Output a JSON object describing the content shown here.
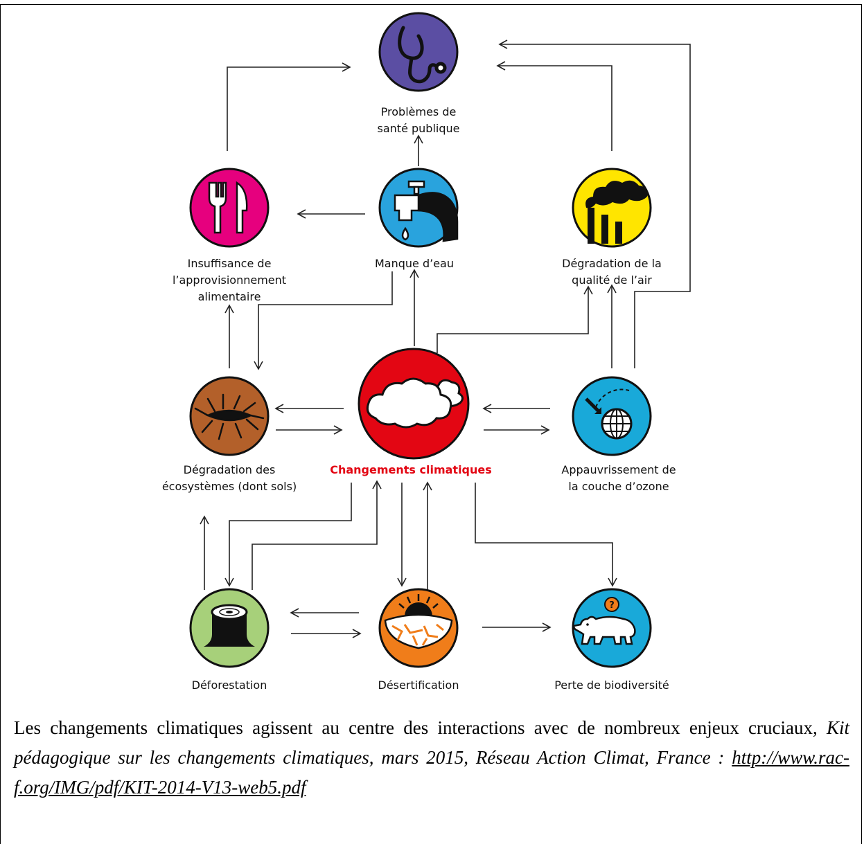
{
  "nodes": {
    "sante": {
      "lines": [
        "Problèmes de",
        "santé publique"
      ],
      "color": "#5b4ea3",
      "icon": "stethoscope-icon"
    },
    "alimentaire": {
      "lines": [
        "Insuffisance de",
        "l’approvisionnement",
        "alimentaire"
      ],
      "color": "#e6007e",
      "icon": "fork-knife-icon"
    },
    "eau": {
      "lines": [
        "Manque d’eau"
      ],
      "color": "#29a3dd",
      "icon": "water-tap-icon"
    },
    "air": {
      "lines": [
        "Dégradation de la",
        "qualité de l’air"
      ],
      "color": "#ffe500",
      "icon": "factory-smoke-icon"
    },
    "ecosystemes": {
      "lines": [
        "Dégradation des",
        "écosystèmes (dont sols)"
      ],
      "color": "#b3602a",
      "icon": "cracked-soil-icon"
    },
    "climat": {
      "label": "Changements climatiques",
      "color": "#e30613",
      "icon": "clouds-icon"
    },
    "ozone": {
      "lines": [
        "Appauvrissement de",
        "la couche d’ozone"
      ],
      "color": "#19a9d9",
      "icon": "globe-ozone-icon"
    },
    "deforestation": {
      "lines": [
        "Déforestation"
      ],
      "color": "#a7d07a",
      "icon": "tree-stump-icon"
    },
    "desertification": {
      "lines": [
        "Désertification"
      ],
      "color": "#f07d1a",
      "icon": "sun-desert-icon"
    },
    "biodiversite": {
      "lines": [
        "Perte de biodiversité"
      ],
      "color": "#19a9d9",
      "icon": "polar-bear-icon"
    }
  },
  "caption": {
    "text": "Les changements climatiques agissent au centre des interactions avec de nombreux enjeux cruciaux, ",
    "source": "Kit pédagogique sur les changements climatiques, mars 2015, Réseau Action Climat, France : ",
    "link": "http://www.rac-f.org/IMG/pdf/KIT-2014-V13-web5.pdf"
  }
}
